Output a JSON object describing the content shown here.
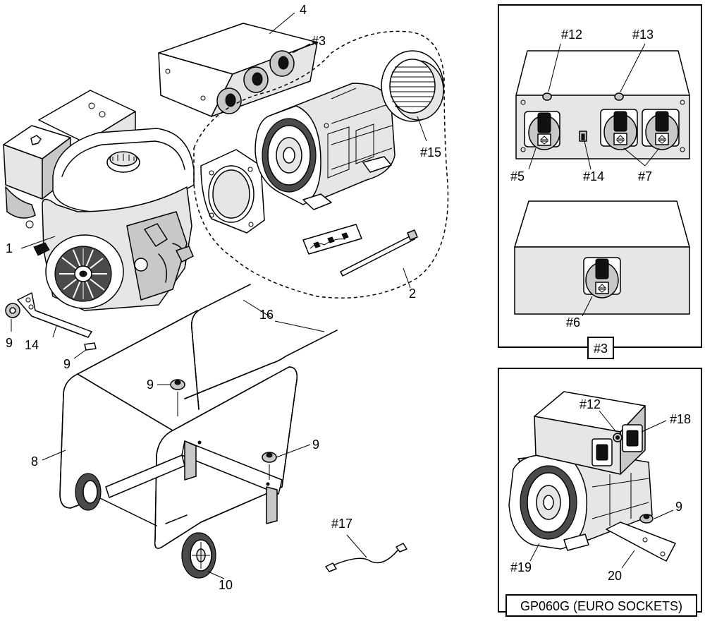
{
  "callouts": {
    "c4": "4",
    "c3": "#3",
    "c15": "#15",
    "c1": "1",
    "c2": "2",
    "c16": "16",
    "c9a": "9",
    "c14": "14",
    "c9b": "9",
    "c9c": "9",
    "c8": "8",
    "c9d": "9",
    "c10": "10",
    "c17": "#17"
  },
  "panel_sockets": {
    "c12": "#12",
    "c13": "#13",
    "c5": "#5",
    "c14": "#14",
    "c7": "#7",
    "c6": "#6",
    "caption": "#3"
  },
  "panel_euro": {
    "c12": "#12",
    "c18": "#18",
    "c9": "9",
    "c19": "#19",
    "c20": "20",
    "caption": "GP060G (EURO SOCKETS)"
  },
  "colors": {
    "line": "#000000",
    "shade": "#c8c8c8",
    "light": "#e6e6e6",
    "dark": "#4a4a4a"
  }
}
